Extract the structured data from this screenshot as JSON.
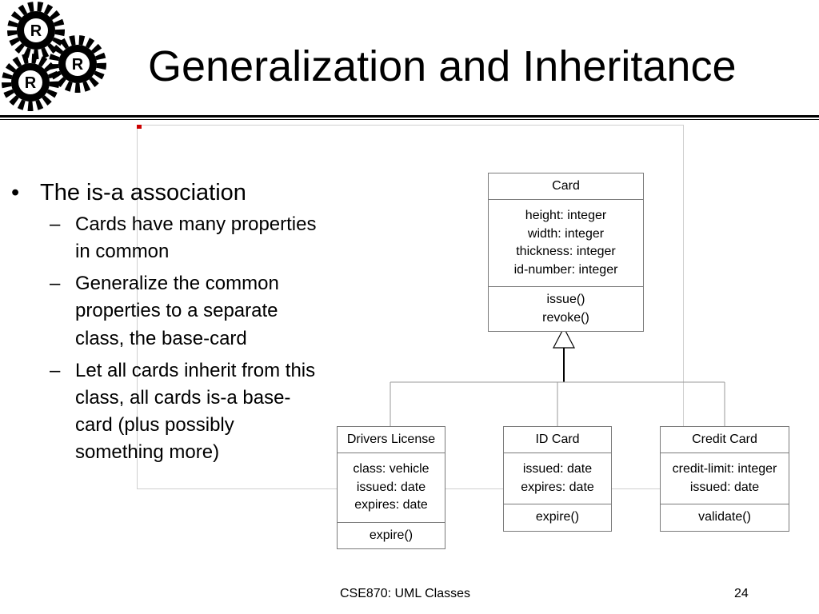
{
  "slide": {
    "title": "Generalization and Inheritance",
    "bullet": "The is-a association",
    "subbullets": [
      "Cards have many properties in common",
      "Generalize the common properties to a separate class, the base-card",
      "Let all cards inherit from this class, all cards is-a base-card (plus possibly something more)"
    ],
    "footer": "CSE870: UML Classes",
    "page_number": "24"
  },
  "logo": {
    "gear_letter": "R"
  },
  "diagram": {
    "base_class": {
      "name": "Card",
      "attributes": [
        "height: integer",
        "width: integer",
        "thickness: integer",
        "id-number: integer"
      ],
      "operations": [
        "issue()",
        "revoke()"
      ]
    },
    "subclasses": [
      {
        "name": "Drivers License",
        "attributes": [
          "class: vehicle",
          "issued: date",
          "expires: date"
        ],
        "operations": [
          "expire()"
        ]
      },
      {
        "name": "ID Card",
        "attributes": [
          "issued: date",
          "expires: date"
        ],
        "operations": [
          "expire()"
        ]
      },
      {
        "name": "Credit Card",
        "attributes": [
          "credit-limit: integer",
          "issued: date"
        ],
        "operations": [
          "validate()"
        ]
      }
    ],
    "relationship": "generalization"
  }
}
